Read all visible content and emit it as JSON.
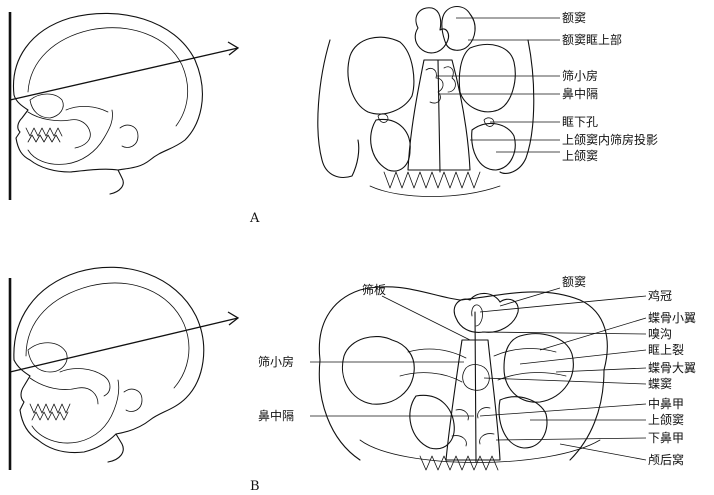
{
  "panels": {
    "a": {
      "letter": "A",
      "labels": [
        "额窦",
        "额窦眶上部",
        "筛小房",
        "鼻中隔",
        "眶下孔",
        "上颌窦内筛房投影",
        "上颌窦"
      ]
    },
    "b": {
      "letter": "B",
      "labels_right": [
        "额窦",
        "鸡冠",
        "蝶骨小翼",
        "嗅沟",
        "眶上裂",
        "蝶骨大翼",
        "蝶窦",
        "中鼻甲",
        "上颌窦",
        "下鼻甲",
        "颅后窝"
      ],
      "label_top": "筛板",
      "labels_left": [
        "筛小房",
        "鼻中隔"
      ]
    }
  },
  "colors": {
    "ink": "#111111",
    "background": "#ffffff"
  }
}
